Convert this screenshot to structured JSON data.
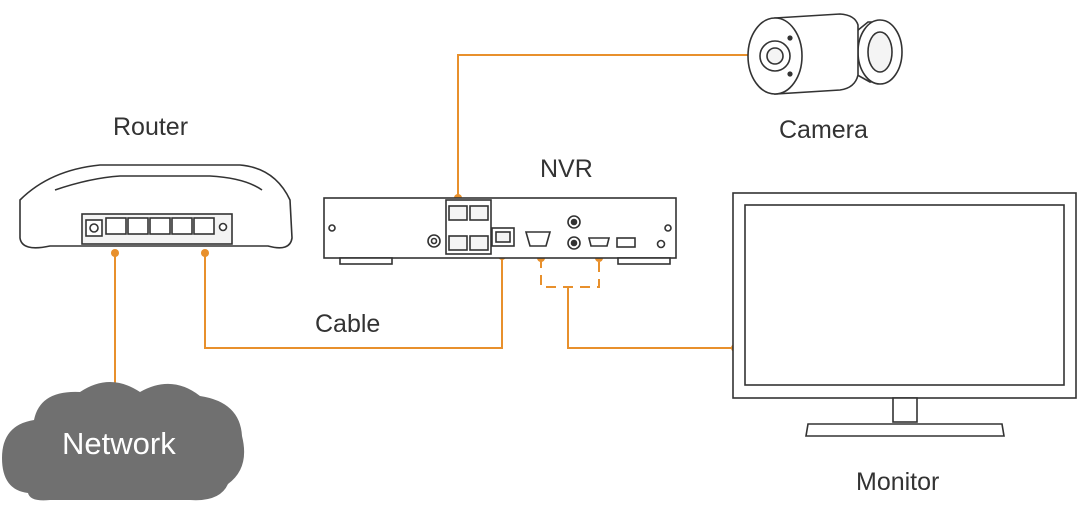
{
  "labels": {
    "router": "Router",
    "camera": "Camera",
    "nvr": "NVR",
    "cable": "Cable",
    "network": "Network",
    "monitor": "Monitor"
  },
  "colors": {
    "cable": "#e8902c",
    "outline": "#333333",
    "cloud": "#707070",
    "panel": "#f4f4f4"
  }
}
